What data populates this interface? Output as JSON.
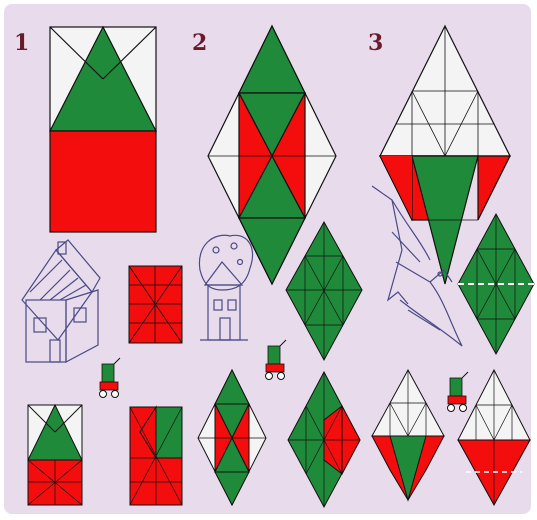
{
  "figure": {
    "panels": [
      {
        "label": "1"
      },
      {
        "label": "2"
      },
      {
        "label": "3"
      }
    ],
    "colors": {
      "background": "#e8dcec",
      "red": "#f40d0d",
      "green": "#1f8a3a",
      "white": "#f4f4f4",
      "outline": "#111111",
      "sketch": "#4a4a86"
    },
    "icons": [
      "house-sketch",
      "mushroom-house-sketch",
      "bat-sketch",
      "stroller-icon"
    ]
  }
}
